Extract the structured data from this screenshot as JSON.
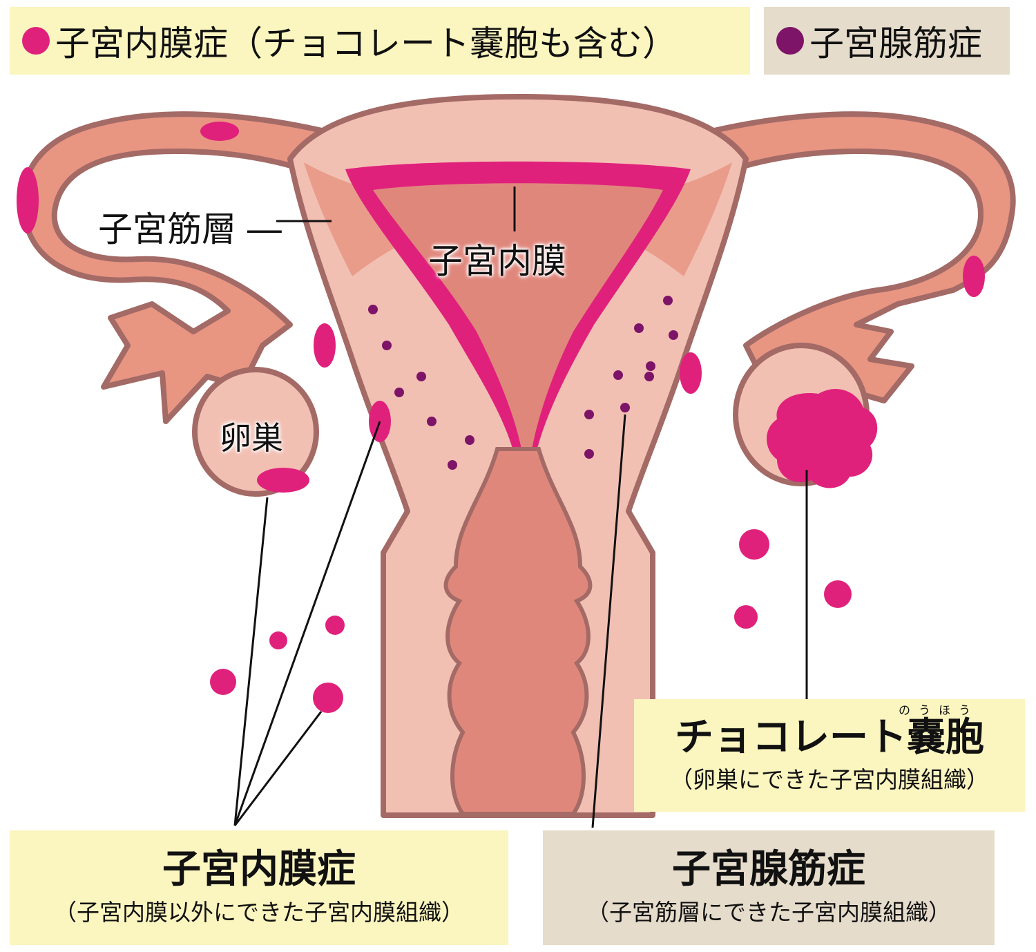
{
  "legend": {
    "endometriosis": {
      "label": "子宮内膜症（チョコレート嚢胞も含む）",
      "dot_color": "#e0217c"
    },
    "adenomyosis": {
      "label": "子宮腺筋症",
      "dot_color": "#7d1468"
    }
  },
  "labels": {
    "myometrium": "子宮筋層 ―",
    "endometrium": "子宮内膜",
    "ovary": "卵巣"
  },
  "callouts": {
    "chocolate_cyst": {
      "title": "チョコレート嚢胞",
      "ruby": "のうほう",
      "subtitle": "（卵巣にできた子宮内膜組織）"
    },
    "endometriosis": {
      "title": "子宮内膜症",
      "subtitle": "（子宮内膜以外にできた子宮内膜組織）"
    },
    "adenomyosis": {
      "title": "子宮腺筋症",
      "subtitle": "（子宮筋層にできた子宮内膜組織）"
    }
  },
  "colors": {
    "uterus_light": "#f2c0b3",
    "uterus_medium": "#e89582",
    "cavity": "#e0877c",
    "outline": "#a36a66",
    "endometrium_lining": "#e0217c",
    "endometriosis_spot": "#e0217c",
    "adenomyosis_dot": "#7d1468",
    "cream_box": "#fbf5bf",
    "tan_box": "#e6dccb"
  }
}
